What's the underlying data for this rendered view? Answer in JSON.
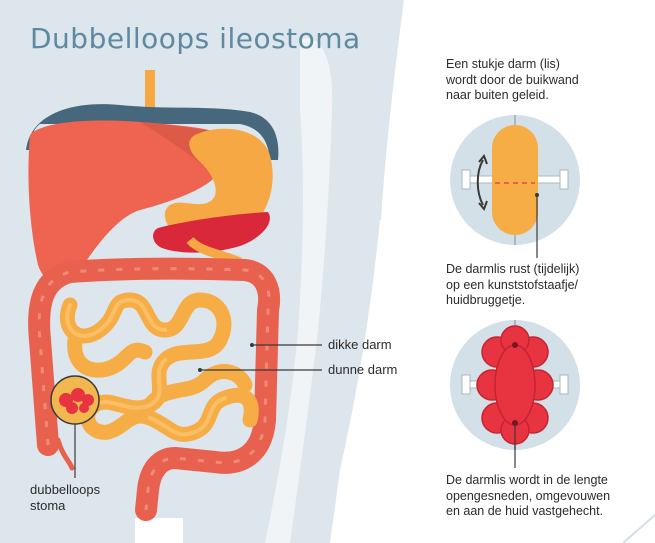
{
  "title": "Dubbelloops ileostoma",
  "labels": {
    "dikke_darm": "dikke darm",
    "dunne_darm": "dunne darm",
    "stoma": "dubbelloops\nstoma"
  },
  "steps": [
    {
      "text": "Een stukje darm (lis)\nwordt door de buikwand\nnaar buiten geleid."
    },
    {
      "text": "De darmlis rust (tijdelijk)\nop een kunststofstaafje/\nhuidbruggetje."
    },
    {
      "text": "De darmlis wordt in de lengte\nopengesneden, omgevouwen\nen aan de huid vastgehecht."
    }
  ],
  "colors": {
    "body": "#dde6ec",
    "title": "#5d8aa0",
    "liver": "#ef6450",
    "stomach": "#f6a845",
    "spleen": "#d8283a",
    "colon": "#e8614e",
    "small_intestine": "#f7ad46",
    "stoma": "#e83340",
    "loop_circle": "#d3e0e8",
    "diaphragm": "#47687c"
  }
}
